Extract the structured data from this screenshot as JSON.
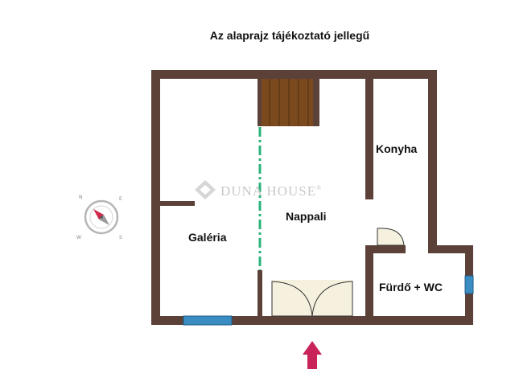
{
  "title": "Az alaprajz tájékoztató jellegű",
  "rooms": {
    "galeria": "Galéria",
    "nappali": "Nappali",
    "konyha": "Konyha",
    "furdo": "Fürdő + WC"
  },
  "watermark": "DUNA HOUSE",
  "watermark_reg": "®",
  "compass": {
    "n": "N",
    "e": "E",
    "s": "S",
    "w": "W"
  },
  "colors": {
    "wall": "#5b4138",
    "window": "#3a8dc3",
    "stairs": "#7a4a1e",
    "divider": "#2bb37a",
    "door_fill": "#f6f1de",
    "entrance_arrow": "#c8245a"
  }
}
